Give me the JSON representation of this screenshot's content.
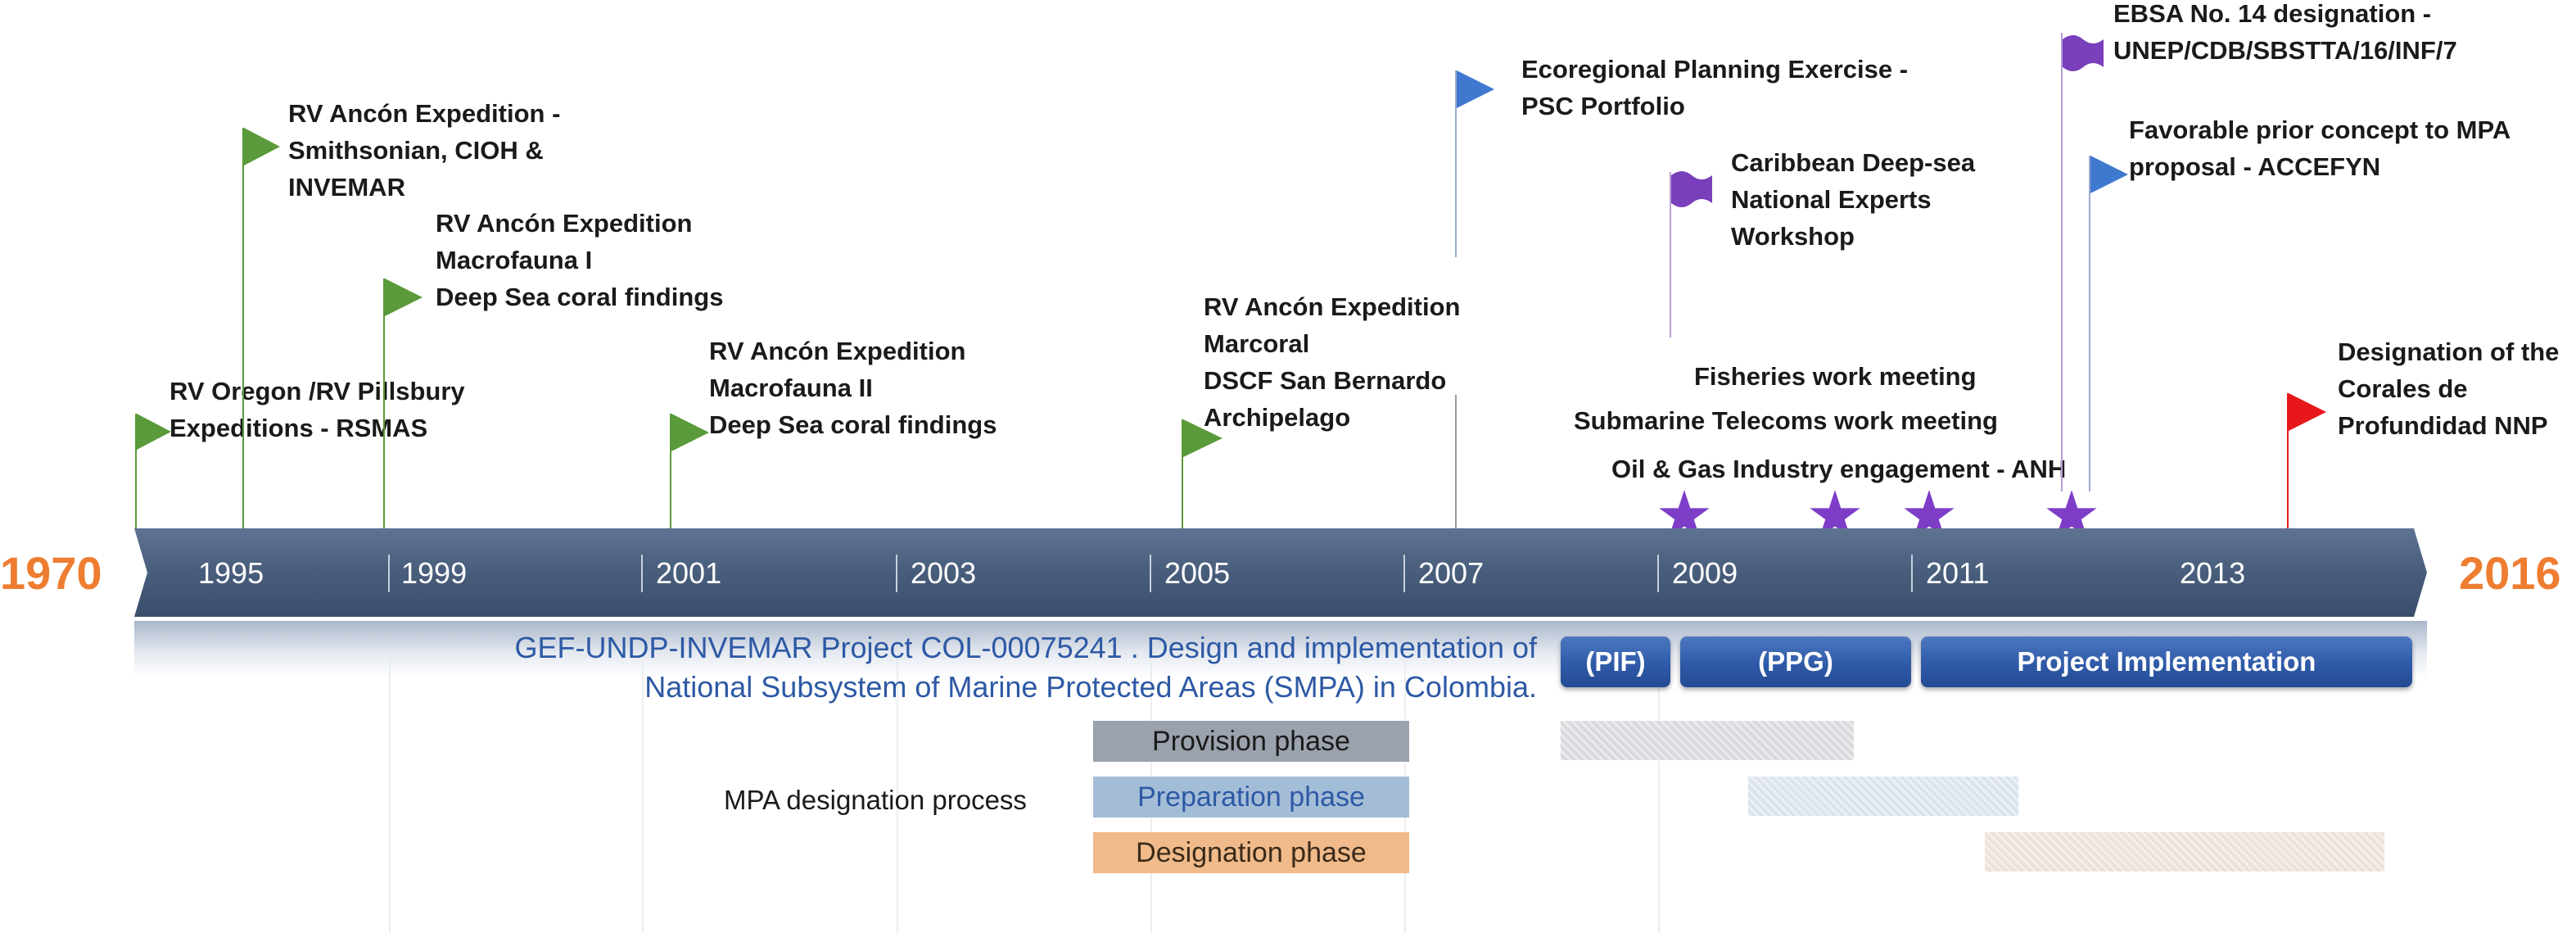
{
  "start_year": "1970",
  "end_year": "2016",
  "axis_ticks": [
    "1995",
    "1999",
    "2001",
    "2003",
    "2005",
    "2007",
    "2009",
    "2011",
    "2013"
  ],
  "events": [
    {
      "lines": [
        "RV Oregon /RV Pillsbury",
        "Expeditions - RSMAS"
      ],
      "marker": "flag",
      "color": "#5a9a3a"
    },
    {
      "lines": [
        "RV Ancón Expedition -",
        "Smithsonian, CIOH &",
        "INVEMAR"
      ],
      "marker": "flag",
      "color": "#5a9a3a"
    },
    {
      "lines": [
        "RV Ancón Expedition",
        "Macrofauna I",
        "Deep Sea coral findings"
      ],
      "marker": "flag",
      "color": "#5a9a3a"
    },
    {
      "lines": [
        "RV Ancón Expedition",
        "Macrofauna II",
        " Deep Sea coral findings"
      ],
      "marker": "flag",
      "color": "#5a9a3a"
    },
    {
      "lines": [
        "RV Ancón Expedition",
        "Marcoral",
        "DSCF San Bernardo",
        " Archipelago"
      ],
      "marker": "flag",
      "color": "#5a9a3a"
    },
    {
      "lines": [
        "Ecoregional Planning Exercise -",
        "PSC Portfolio"
      ],
      "marker": "flag",
      "color": "#3f78cf"
    },
    {
      "lines": [
        "Caribbean Deep-sea",
        "National Experts",
        "Workshop"
      ],
      "marker": "banner",
      "color": "#7a3fba"
    },
    {
      "lines": [
        "Fisheries work meeting"
      ],
      "marker": "star",
      "color": "#7d3dc7"
    },
    {
      "lines": [
        "Submarine Telecoms work meeting"
      ],
      "marker": "star",
      "color": "#7d3dc7"
    },
    {
      "lines": [
        "Oil & Gas Industry engagement - ANH"
      ],
      "marker": "star",
      "color": "#7d3dc7"
    },
    {
      "lines": [
        "EBSA No. 14 designation -",
        "UNEP/CDB/SBSTTA/16/INF/7"
      ],
      "marker": "banner",
      "color": "#7a3fba"
    },
    {
      "lines": [
        "Favorable prior concept to MPA",
        "proposal - ACCEFYN"
      ],
      "marker": "flag",
      "color": "#3f78cf"
    },
    {
      "lines": [
        "Designation of the",
        "Corales de",
        "Profundidad NNP"
      ],
      "marker": "flag",
      "color": "#e8171a"
    }
  ],
  "project": {
    "text_lines": [
      "GEF-UNDP-INVEMAR Project COL-00075241 . Design and implementation of",
      "National Subsystem of Marine Protected Areas (SMPA) in Colombia."
    ],
    "phases": [
      "(PIF)",
      "(PPG)",
      "Project Implementation"
    ]
  },
  "mpa": {
    "label": "MPA designation process",
    "phases": [
      {
        "name": "Provision phase",
        "color": "#9aa2ad"
      },
      {
        "name": "Preparation phase",
        "color": "#a4bdd7"
      },
      {
        "name": "Designation phase",
        "color": "#f0ba8a"
      }
    ]
  },
  "colors": {
    "axis_bar": "#4a5f7d",
    "end_year": "#ee7d31",
    "project_text": "#2d59a5",
    "pill": "#2f5aa8"
  }
}
